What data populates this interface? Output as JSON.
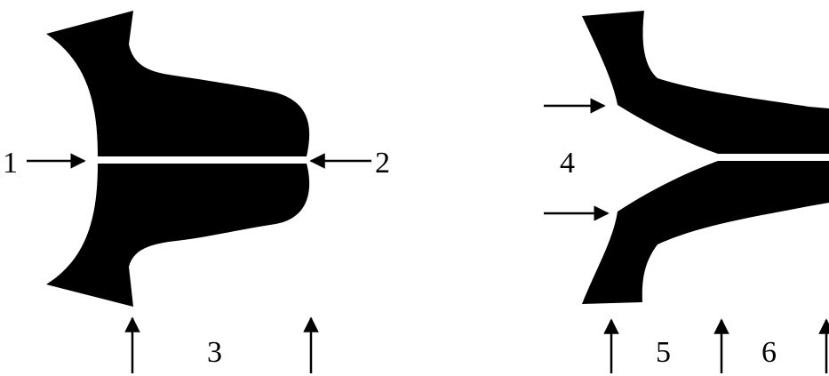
{
  "diagram": {
    "colors": {
      "shape": "#000000",
      "background": "#ffffff",
      "arrow": "#000000"
    },
    "labels": {
      "one": "1",
      "two": "2",
      "three": "3",
      "four": "4",
      "five": "5",
      "six": "6"
    }
  }
}
